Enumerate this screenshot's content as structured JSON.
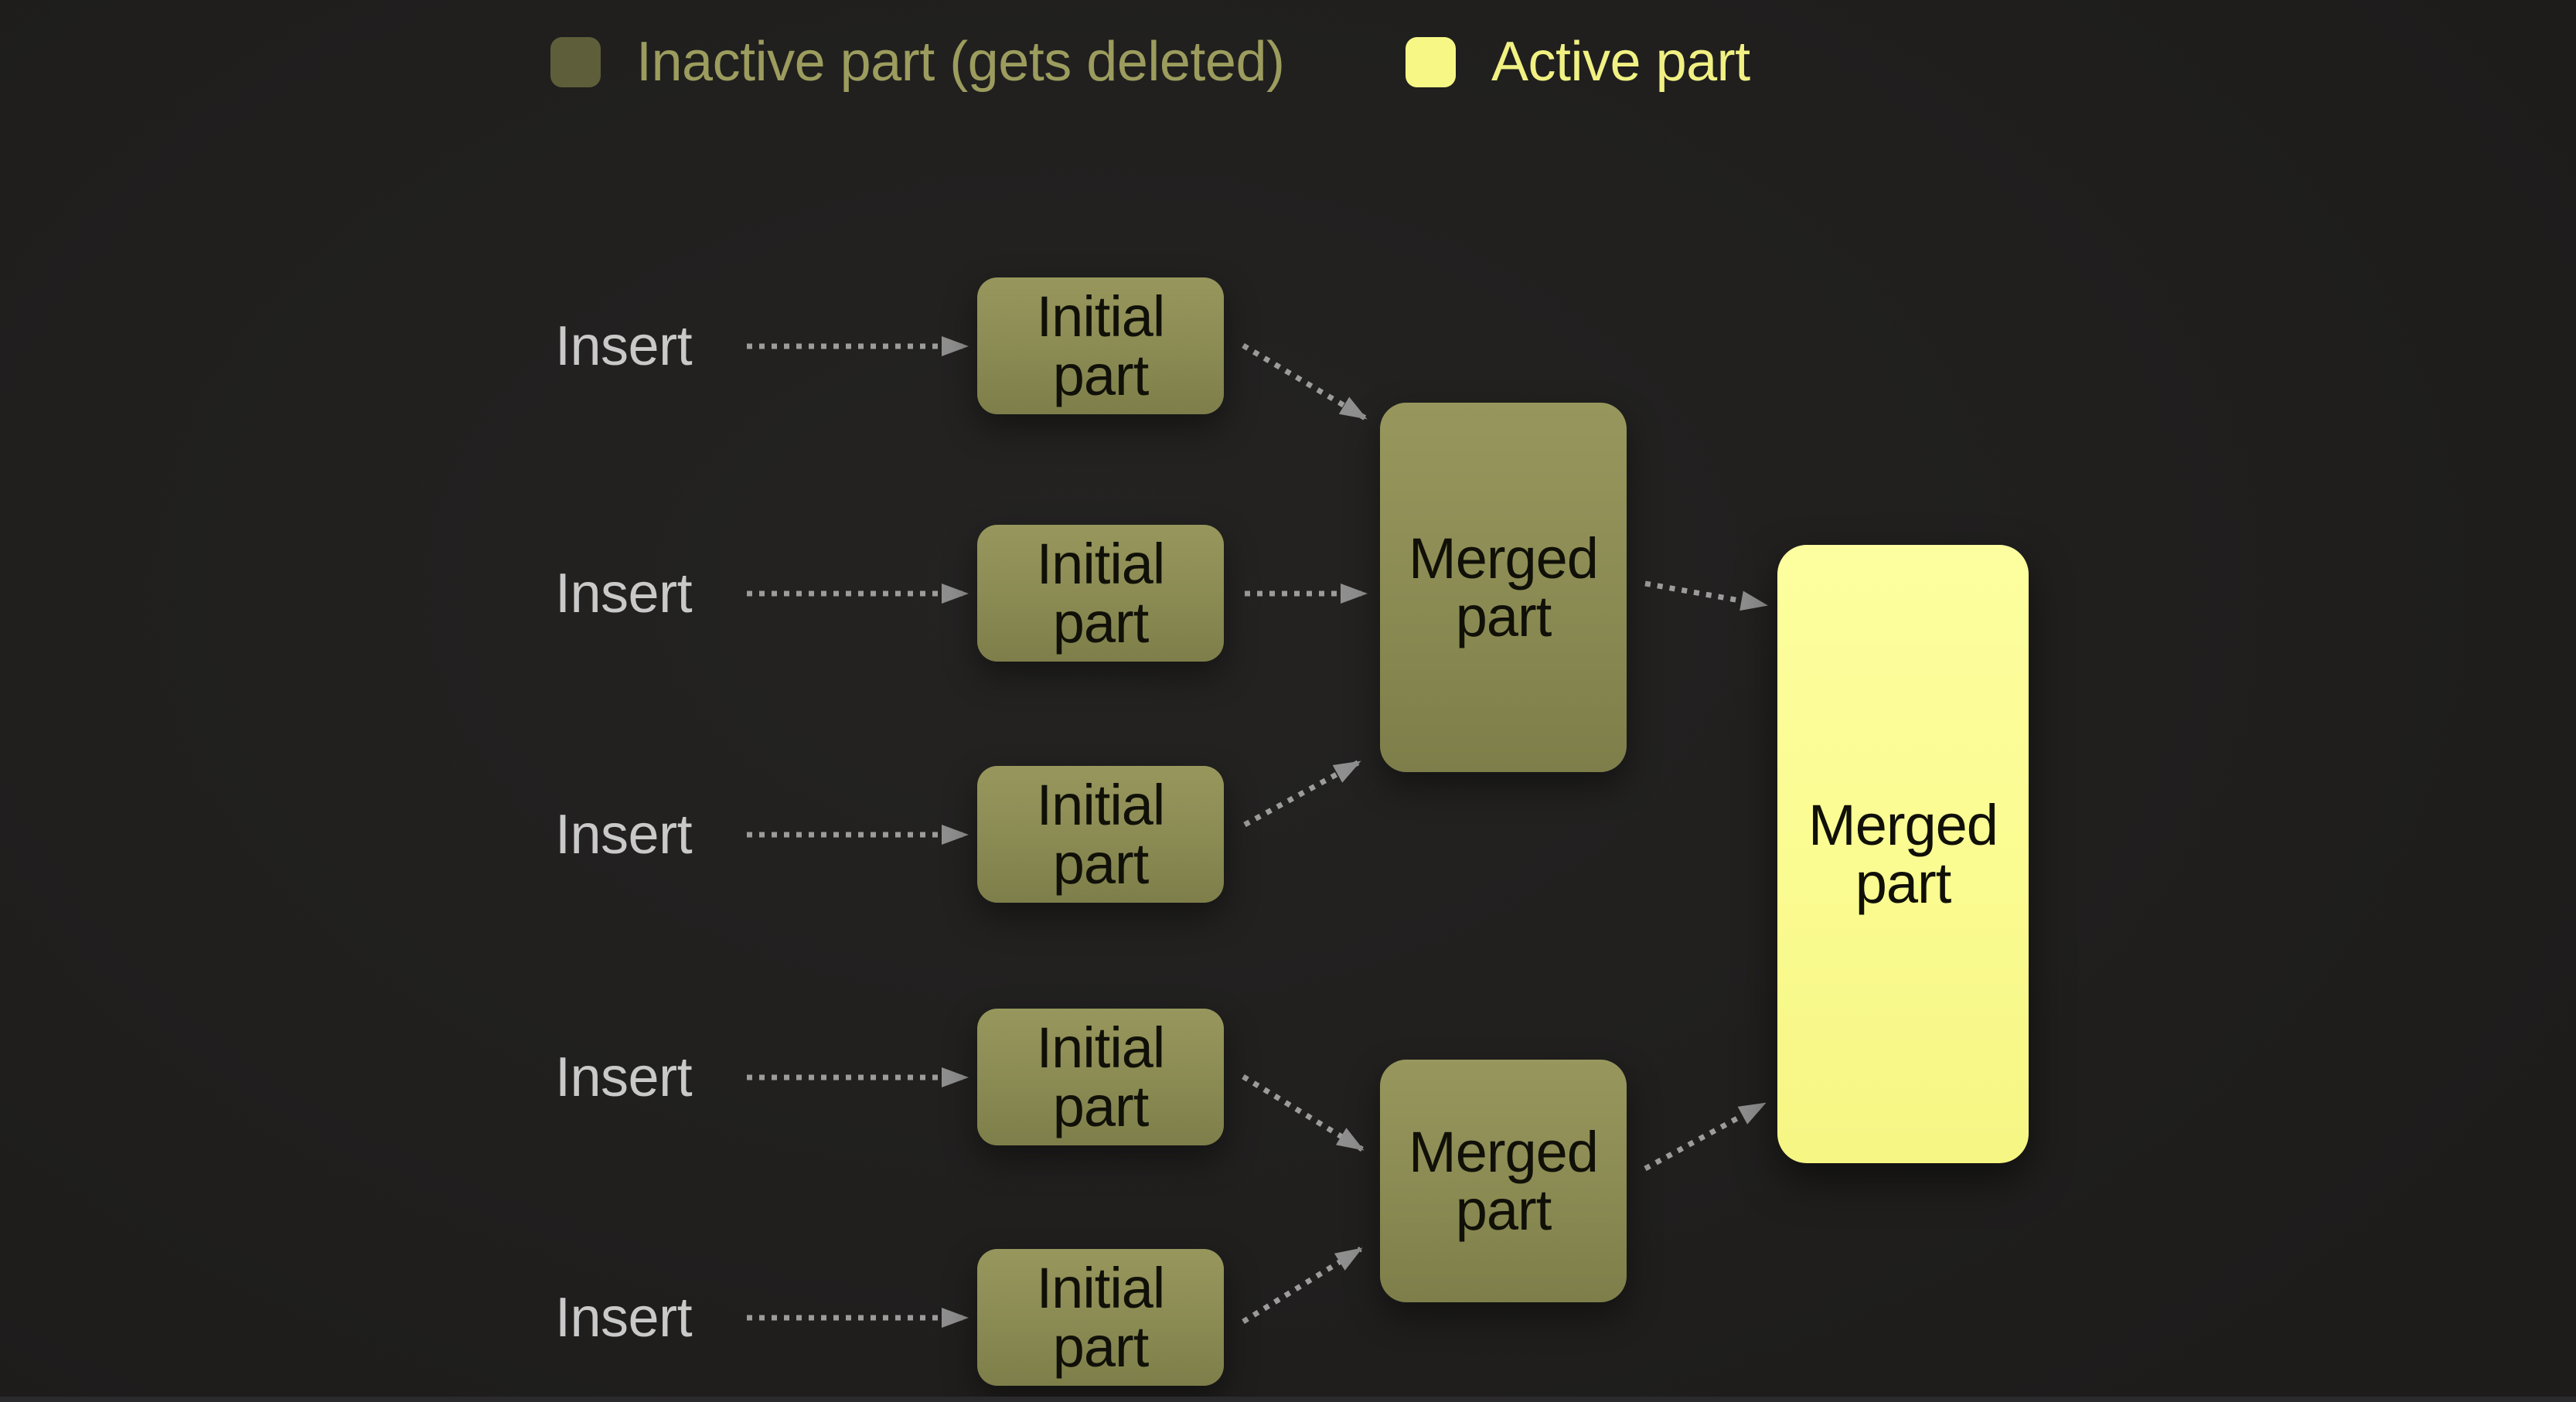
{
  "colors": {
    "background": "#201F1E",
    "inactive_fill": "#8A8A53",
    "active_fill": "#FBFC93",
    "legend_inactive_swatch": "#5E5E3A",
    "legend_active_swatch": "#F7F786",
    "legend_inactive_text": "#9C9C5E",
    "legend_active_text": "#F1F183",
    "insert_text": "#C9C9C9",
    "node_text": "#101008",
    "arrow": "#9C9C9C",
    "arrowhead": "#8F8F8F"
  },
  "legend": {
    "items": [
      {
        "id": "inactive",
        "label": "Inactive part (gets deleted)"
      },
      {
        "id": "active",
        "label": "Active part"
      }
    ]
  },
  "diagram": {
    "insert_labels": [
      "Insert",
      "Insert",
      "Insert",
      "Insert",
      "Insert"
    ],
    "initial_parts": [
      {
        "label": "Initial\npart",
        "state": "inactive"
      },
      {
        "label": "Initial\npart",
        "state": "inactive"
      },
      {
        "label": "Initial\npart",
        "state": "inactive"
      },
      {
        "label": "Initial\npart",
        "state": "inactive"
      },
      {
        "label": "Initial\npart",
        "state": "inactive"
      }
    ],
    "merged_parts": [
      {
        "label": "Merged\npart",
        "state": "inactive"
      },
      {
        "label": "Merged\npart",
        "state": "inactive"
      },
      {
        "label": "Merged\npart",
        "state": "active"
      }
    ]
  }
}
